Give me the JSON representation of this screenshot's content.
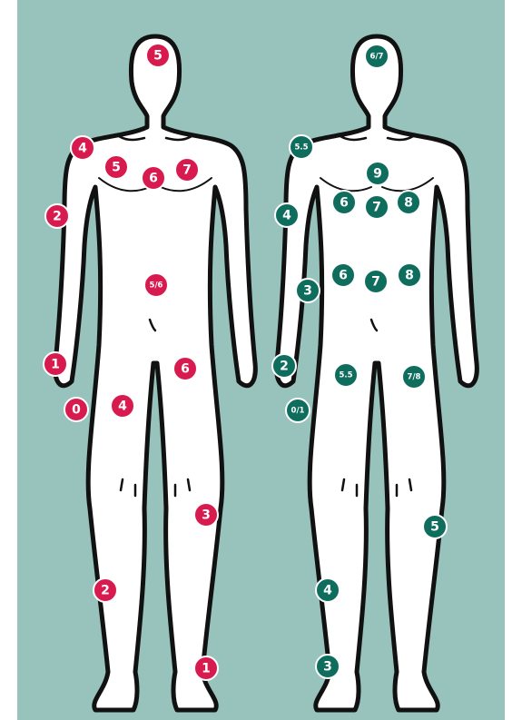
{
  "colors": {
    "background": "#98c3bd",
    "body_fill": "#ffffff",
    "body_outline": "#111111",
    "left_figure_accent": "#d81b4f",
    "right_figure_accent": "#0f6d5e"
  },
  "figures": [
    {
      "name": "left-figure",
      "accent": "#d81b4f",
      "markers": [
        {
          "label": "5"
        },
        {
          "label": "4"
        },
        {
          "label": "5"
        },
        {
          "label": "6"
        },
        {
          "label": "7"
        },
        {
          "label": "2"
        },
        {
          "label": "5/6"
        },
        {
          "label": "1"
        },
        {
          "label": "6"
        },
        {
          "label": "0"
        },
        {
          "label": "4"
        },
        {
          "label": "3"
        },
        {
          "label": "2"
        },
        {
          "label": "1"
        }
      ]
    },
    {
      "name": "right-figure",
      "accent": "#0f6d5e",
      "markers": [
        {
          "label": "6/7"
        },
        {
          "label": "5.5"
        },
        {
          "label": "9"
        },
        {
          "label": "4"
        },
        {
          "label": "6"
        },
        {
          "label": "7"
        },
        {
          "label": "8"
        },
        {
          "label": "3"
        },
        {
          "label": "6"
        },
        {
          "label": "7"
        },
        {
          "label": "8"
        },
        {
          "label": "2"
        },
        {
          "label": "5.5"
        },
        {
          "label": "7/8"
        },
        {
          "label": "0/1"
        },
        {
          "label": "5"
        },
        {
          "label": "4"
        },
        {
          "label": "3"
        }
      ]
    }
  ]
}
